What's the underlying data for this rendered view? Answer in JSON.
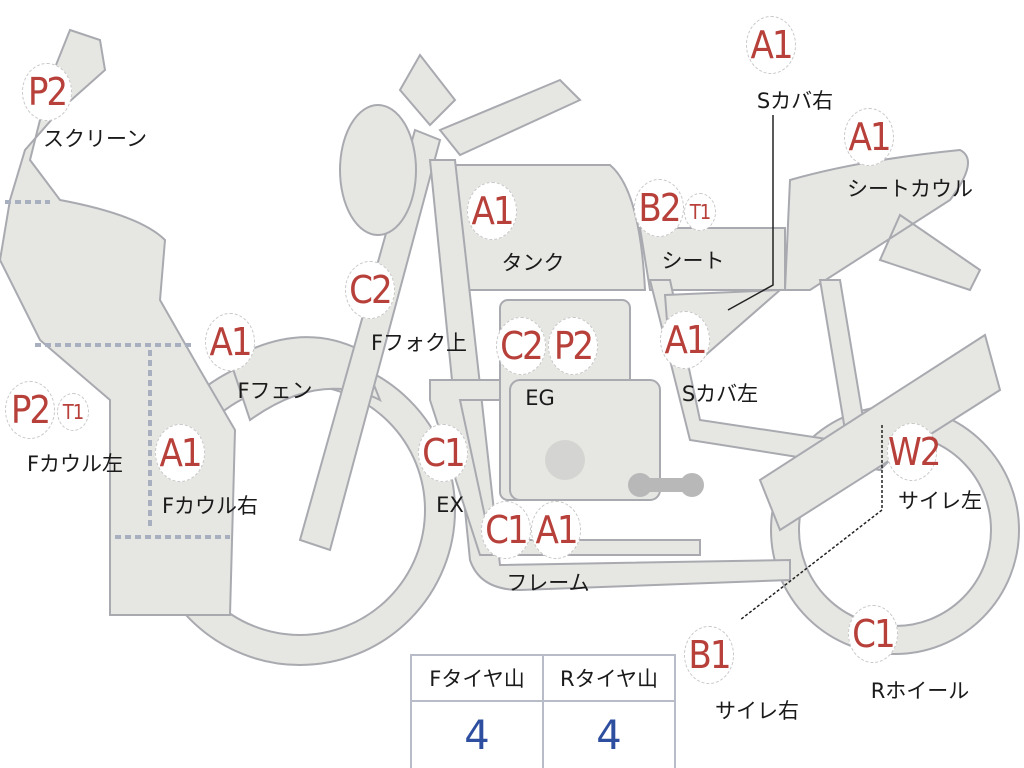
{
  "colors": {
    "badge_text": "#b8403a",
    "value_text": "#2e4fa0",
    "part_fill": "#e6e6e2",
    "part_stroke": "#a8aab0"
  },
  "badges": {
    "screen": "P2",
    "s_cover_right": "A1",
    "seat_cowl": "A1",
    "tank": "A1",
    "seat": "B2",
    "seat_extra": "T1",
    "fork_upper": "C2",
    "f_fender": "A1",
    "engine_1": "C2",
    "engine_2": "P2",
    "s_cover_left": "A1",
    "f_cowl_left": "P2",
    "f_cowl_left_extra": "T1",
    "f_cowl_right": "A1",
    "exhaust": "C1",
    "silencer_left": "W2",
    "frame_1": "C1",
    "frame_2": "A1",
    "silencer_right": "B1",
    "r_wheel": "C1"
  },
  "labels": {
    "screen": "スクリーン",
    "s_cover_right": "Sカバ右",
    "seat_cowl": "シートカウル",
    "tank": "タンク",
    "seat": "シート",
    "fork_upper": "Fフォク上",
    "f_fender": "Fフェン",
    "engine": "EG",
    "s_cover_left": "Sカバ左",
    "f_cowl_left": "Fカウル左",
    "f_cowl_right": "Fカウル右",
    "exhaust": "EX",
    "silencer_left": "サイレ左",
    "frame": "フレーム",
    "silencer_right": "サイレ右",
    "r_wheel": "Rホイール"
  },
  "tire_table": {
    "front_header": "Fタイヤ山",
    "rear_header": "Rタイヤ山",
    "front_value": "4",
    "rear_value": "4"
  }
}
